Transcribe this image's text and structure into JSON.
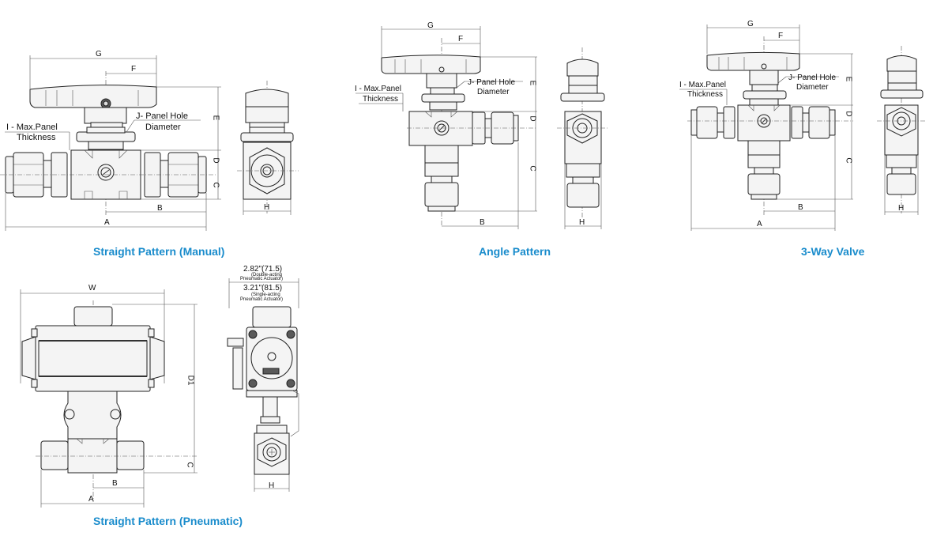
{
  "figures": [
    {
      "id": "straight-manual",
      "caption": "Straight Pattern (Manual)",
      "labels": {
        "G": "G",
        "F": "F",
        "E": "E",
        "D": "D",
        "C": "C",
        "B": "B",
        "A": "A",
        "H": "H",
        "I_line1": "I - Max.Panel",
        "I_line2": "Thickness",
        "J_line1": "J- Panel Hole",
        "J_line2": "Diameter"
      }
    },
    {
      "id": "angle-pattern",
      "caption": "Angle Pattern",
      "labels": {
        "G": "G",
        "F": "F",
        "E": "E",
        "D": "D",
        "C": "C",
        "B": "B",
        "H": "H",
        "I_line1": "I - Max.Panel",
        "I_line2": "Thickness",
        "J_line1": "J- Panel Hole",
        "J_line2": "Diameter"
      }
    },
    {
      "id": "three-way-valve",
      "caption": "3-Way Valve",
      "labels": {
        "G": "G",
        "F": "F",
        "E": "E",
        "D": "D",
        "C": "C",
        "B": "B",
        "A": "A",
        "H": "H",
        "I_line1": "I - Max.Panel",
        "I_line2": "Thickness",
        "J_line1": "J- Panel Hole",
        "J_line2": "Diameter"
      }
    },
    {
      "id": "straight-pneumatic",
      "caption": "Straight Pattern (Pneumatic)",
      "labels": {
        "W": "W",
        "D1": "D1",
        "C": "C",
        "B": "B",
        "A": "A",
        "H": "H",
        "double_dim": "2.82\"(71.5)",
        "double_note1": "(Double-acting",
        "double_note2": "Pneumatic Actuator)",
        "single_dim": "3.21\"(81.5)",
        "single_note1": "(Single-acting",
        "single_note2": "Pneumatic Actuator)"
      }
    }
  ],
  "colors": {
    "caption": "#1a8ccc",
    "line": "#222222",
    "background": "#ffffff"
  }
}
